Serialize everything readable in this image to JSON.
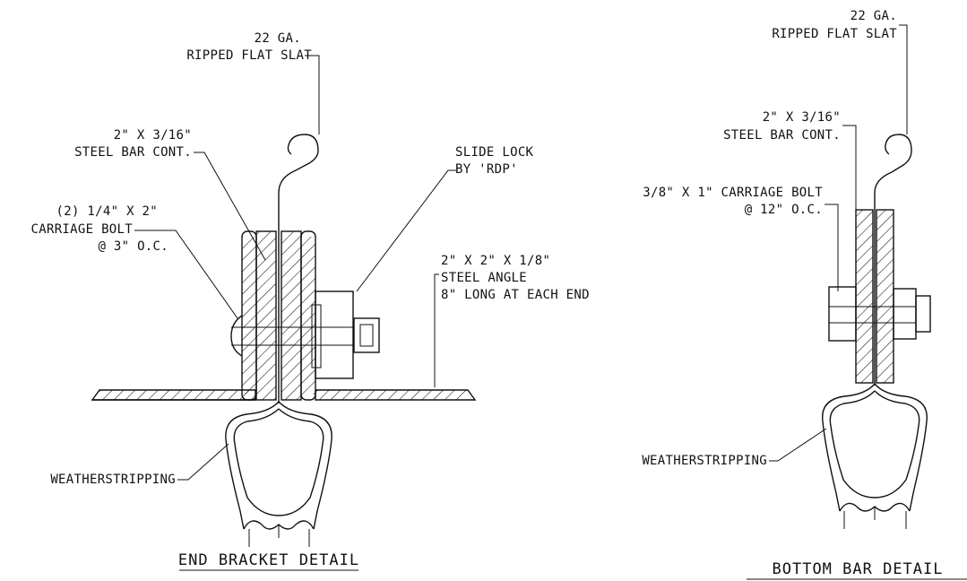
{
  "end_bracket": {
    "slat_line1": "22 GA.",
    "slat_line2": "RIPPED FLAT SLAT",
    "bar_line1": "2\" X 3/16\"",
    "bar_line2": "STEEL BAR CONT.",
    "slide_line1": "SLIDE LOCK",
    "slide_line2": "BY 'RDP'",
    "bolt_line1": "(2) 1/4\" X 2\"",
    "bolt_line2": "CARRIAGE BOLT",
    "bolt_line3": "@ 3\" O.C.",
    "angle_line1": "2\" X 2\" X 1/8\"",
    "angle_line2": "STEEL ANGLE",
    "angle_line3": "8\" LONG AT EACH END",
    "weather": "WEATHERSTRIPPING",
    "title": "END BRACKET DETAIL"
  },
  "bottom_bar": {
    "slat_line1": "22 GA.",
    "slat_line2": "RIPPED FLAT SLAT",
    "bar_line1": "2\" X 3/16\"",
    "bar_line2": "STEEL BAR CONT.",
    "bolt_line1": "3/8\"  X 1\" CARRIAGE BOLT",
    "bolt_line2": "@ 12\" O.C.",
    "weather": "WEATHERSTRIPPING",
    "title": "BOTTOM BAR DETAIL"
  }
}
